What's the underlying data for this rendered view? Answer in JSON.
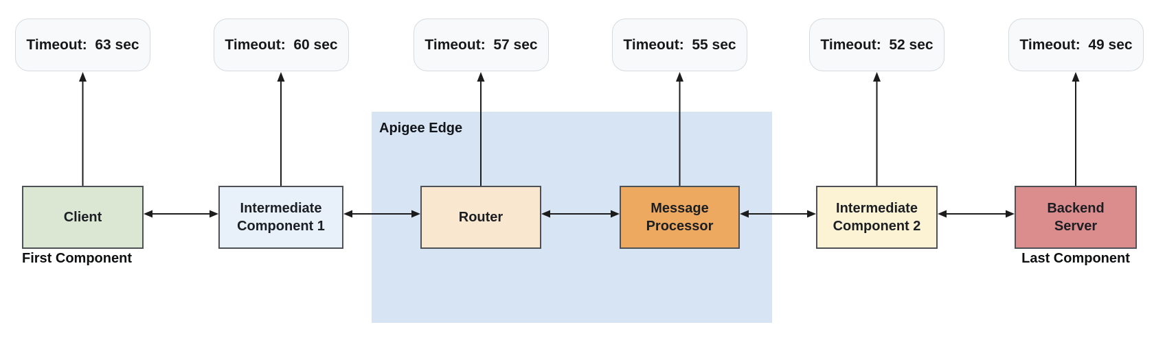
{
  "region": {
    "label": "Apigee Edge",
    "fill": "#d7e4f3"
  },
  "colors": {
    "timeout_fill": "#f7f9fb",
    "timeout_border": "#d6dade",
    "node_border": "#4d5156",
    "arrow": "#1c1c1c"
  },
  "nodes": [
    {
      "id": "client",
      "label": "Client",
      "fill": "#dbe7d3",
      "timeout": "Timeout:  63 sec",
      "caption": "First Component"
    },
    {
      "id": "intermediate-component-1",
      "label": "Intermediate\nComponent 1",
      "fill": "#e8f0fa",
      "timeout": "Timeout:  60 sec"
    },
    {
      "id": "router",
      "label": "Router",
      "fill": "#fae7cf",
      "timeout": "Timeout:  57 sec"
    },
    {
      "id": "message-processor",
      "label": "Message\nProcessor",
      "fill": "#eca95f",
      "timeout": "Timeout:  55 sec"
    },
    {
      "id": "intermediate-component-2",
      "label": "Intermediate\nComponent 2",
      "fill": "#fbf3d3",
      "timeout": "Timeout:  52 sec"
    },
    {
      "id": "backend-server",
      "label": "Backend\nServer",
      "fill": "#db8d8d",
      "timeout": "Timeout:  49 sec",
      "caption": "Last Component"
    }
  ]
}
